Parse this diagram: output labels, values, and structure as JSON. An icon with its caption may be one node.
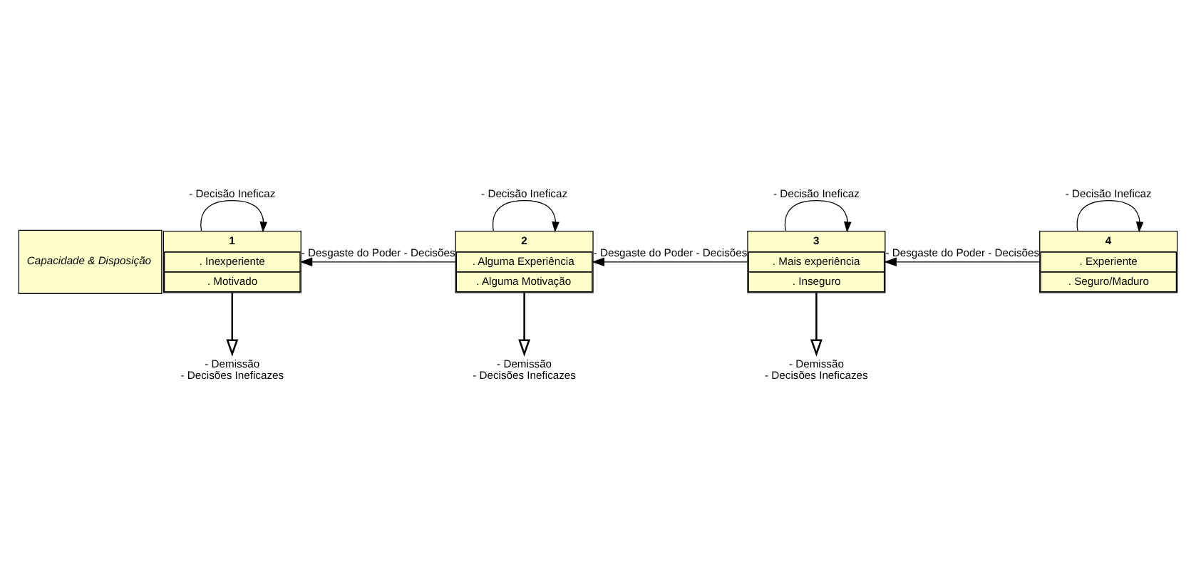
{
  "diagram": {
    "nodes": [
      {
        "text": [
          "Capacidade & Disposição"
        ]
      },
      {
        "text": [
          "1",
          ". Inexperiente",
          ". Motivado"
        ]
      },
      {
        "text": [
          "2",
          ". Alguma Experiência",
          ". Alguma Motivação"
        ]
      },
      {
        "text": [
          "3",
          ". Mais experiência",
          ". Inseguro"
        ]
      },
      {
        "text": [
          "4",
          ". Experiente",
          ". Seguro/Maduro"
        ]
      },
      {
        "text": [
          "- Demissão",
          "- Decisões Ineficazes"
        ]
      },
      {
        "text": [
          "- Demissão",
          "- Decisões Ineficazes"
        ]
      },
      {
        "text": [
          "- Demissão",
          "- Decisões Ineficazes"
        ]
      }
    ],
    "edges": [
      {
        "from": 1,
        "to": 1,
        "arrow": "to",
        "label": "- Decisão Ineficaz"
      },
      {
        "from": 2,
        "to": 2,
        "arrow": "to",
        "label": "- Decisão Ineficaz"
      },
      {
        "from": 3,
        "to": 3,
        "arrow": "to",
        "label": "- Decisão Ineficaz"
      },
      {
        "from": 4,
        "to": 4,
        "arrow": "to",
        "label": "- Decisão Ineficaz"
      },
      {
        "from": 2,
        "to": 1,
        "arrow": "to",
        "label": "- Desgaste do Poder - Decisões"
      },
      {
        "from": 3,
        "to": 2,
        "arrow": "to",
        "label": "- Desgaste do Poder - Decisões"
      },
      {
        "from": 4,
        "to": 3,
        "arrow": "to",
        "label": "- Desgaste do Poder - Decisões"
      },
      {
        "from": 1,
        "to": 5,
        "arrow": "to"
      },
      {
        "from": 2,
        "to": 6,
        "arrow": "to"
      },
      {
        "from": 3,
        "to": 7,
        "arrow": "to"
      }
    ]
  }
}
